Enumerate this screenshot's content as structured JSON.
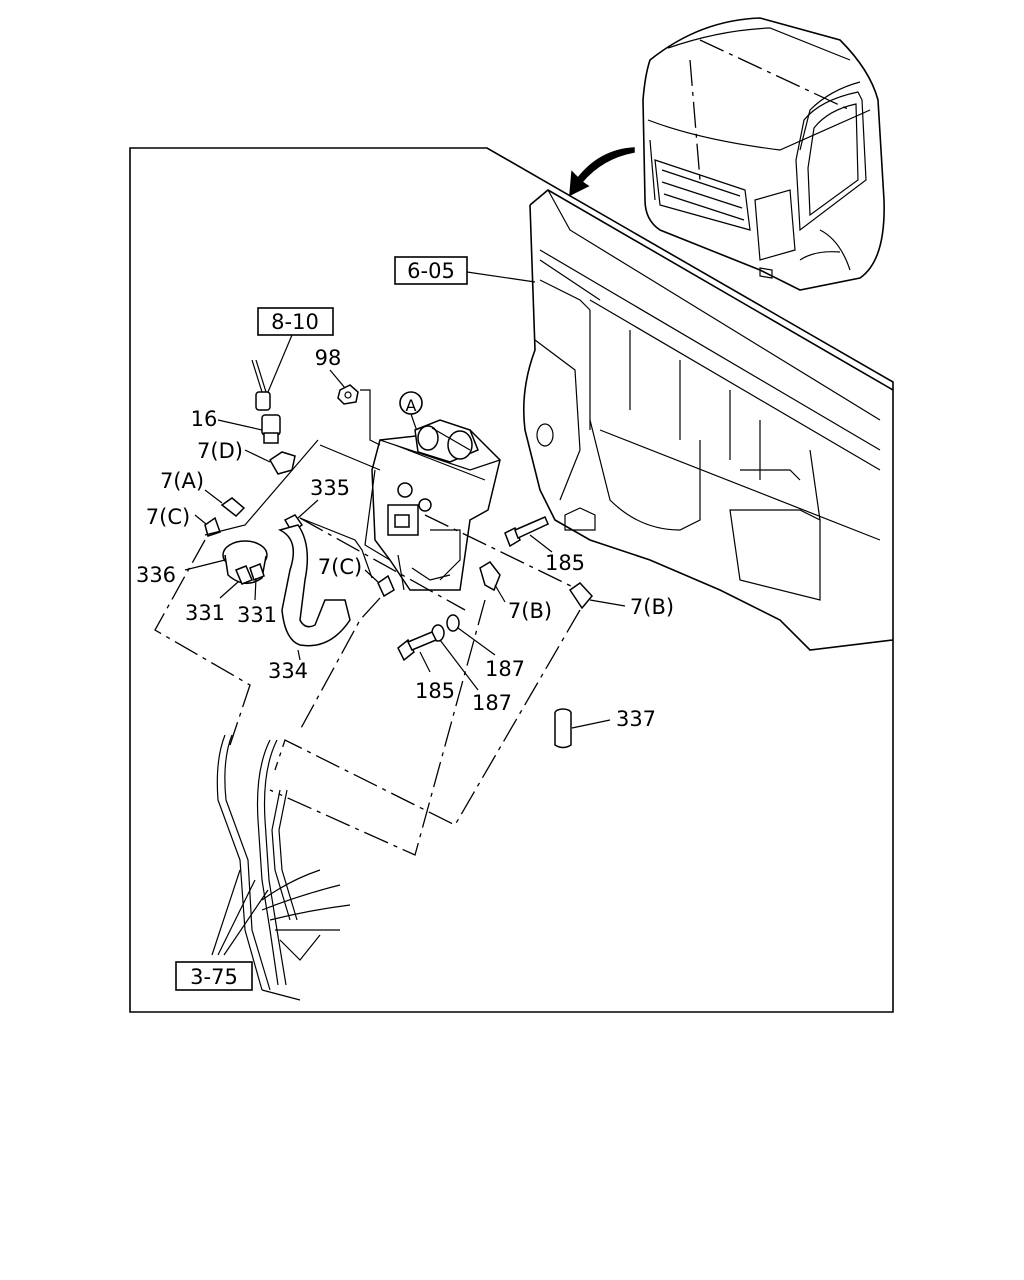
{
  "diagram": {
    "ref_boxes": {
      "frame": "6-05",
      "switch": "8-10",
      "harness": "3-75"
    },
    "callouts": {
      "c98": "98",
      "cA": "A",
      "c16": "16",
      "c7D": "7(D)",
      "c7A": "7(A)",
      "c7C_left": "7(C)",
      "c335": "335",
      "c336": "336",
      "c331a": "331",
      "c331b": "331",
      "c334": "334",
      "c7C_mid": "7(C)",
      "c185_right": "185",
      "c7B_mid": "7(B)",
      "c7B_right": "7(B)",
      "c187a": "187",
      "c185_low": "185",
      "c187b": "187",
      "c337": "337"
    }
  }
}
